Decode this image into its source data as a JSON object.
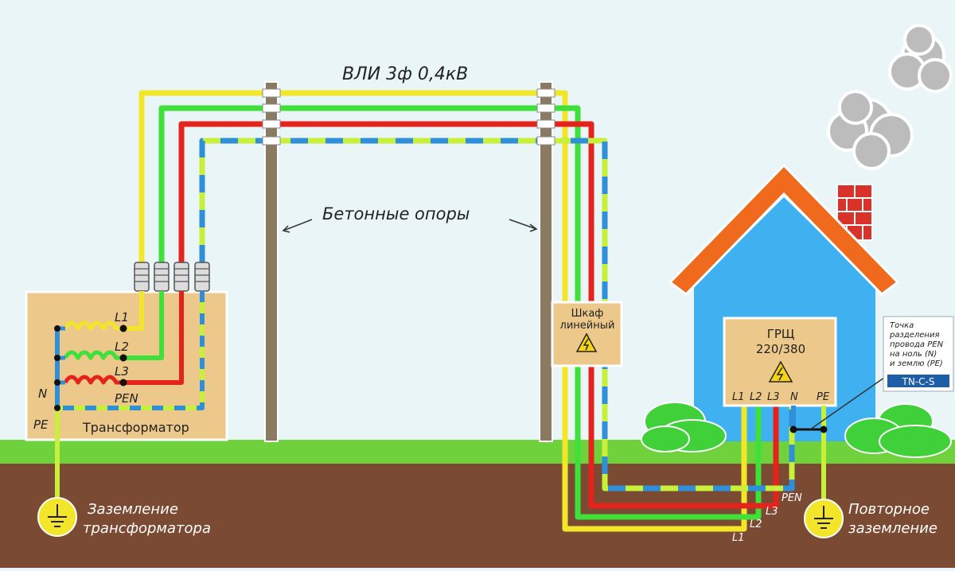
{
  "line_title": "ВЛИ 3ф 0,4кВ",
  "poles_label": "Бетонные опоры",
  "transformer": {
    "title": "Трансформатор",
    "L1": "L1",
    "L2": "L2",
    "L3": "L3",
    "N": "N",
    "PEN": "PEN",
    "PE": "PE"
  },
  "cabinet": {
    "line1": "Шкаф",
    "line2": "линейный"
  },
  "grsh": {
    "title": "ГРЩ",
    "voltage": "220/380",
    "L1": "L1",
    "L2": "L2",
    "L3": "L3",
    "N": "N",
    "PE": "PE"
  },
  "note": {
    "line1": "Точка",
    "line2": "разделения",
    "line3": "провода PEN",
    "line4": "на ноль (N)",
    "line5": "и землю (PE)",
    "badge": "TN-C-S"
  },
  "underground": {
    "PEN": "PEN",
    "L3": "L3",
    "L2": "L2",
    "L1": "L1"
  },
  "ground_left": {
    "line1": "Заземление",
    "line2": "трансформатора"
  },
  "ground_right": {
    "line1": "Повторное",
    "line2": "заземление"
  },
  "colors": {
    "L1": "#f2e52a",
    "L2": "#3fe03a",
    "L3": "#e3231c",
    "N": "#2f8fd8",
    "PE": "#c8ef3a",
    "earth": "#7a4a33",
    "grass": "#6fd13c",
    "house": "#3fb1f0",
    "roof": "#f06a1e",
    "box": "#ecc98a"
  }
}
